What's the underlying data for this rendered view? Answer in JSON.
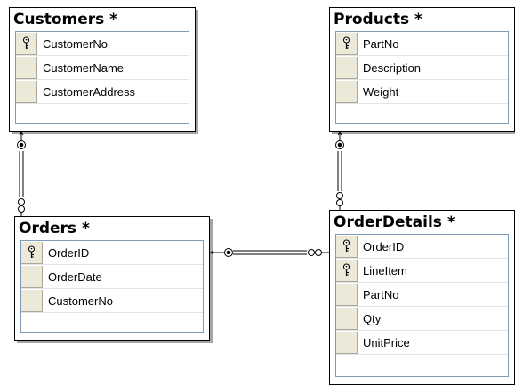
{
  "diagram": {
    "tables": [
      {
        "id": "customers",
        "title": "Customers *",
        "columns": [
          {
            "name": "CustomerNo",
            "pk": true
          },
          {
            "name": "CustomerName",
            "pk": false
          },
          {
            "name": "CustomerAddress",
            "pk": false
          }
        ]
      },
      {
        "id": "products",
        "title": "Products *",
        "columns": [
          {
            "name": "PartNo",
            "pk": true
          },
          {
            "name": "Description",
            "pk": false
          },
          {
            "name": "Weight",
            "pk": false
          }
        ]
      },
      {
        "id": "orders",
        "title": "Orders *",
        "columns": [
          {
            "name": "OrderID",
            "pk": true
          },
          {
            "name": "OrderDate",
            "pk": false
          },
          {
            "name": "CustomerNo",
            "pk": false
          }
        ]
      },
      {
        "id": "orderdetails",
        "title": "OrderDetails *",
        "columns": [
          {
            "name": "OrderID",
            "pk": true
          },
          {
            "name": "LineItem",
            "pk": true
          },
          {
            "name": "PartNo",
            "pk": false
          },
          {
            "name": "Qty",
            "pk": false
          },
          {
            "name": "UnitPrice",
            "pk": false
          }
        ]
      }
    ],
    "relationships": [
      {
        "from": "customers",
        "to": "orders",
        "one_end": "key-icon",
        "many_end": "infinity-icon"
      },
      {
        "from": "products",
        "to": "orderdetails",
        "one_end": "key-icon",
        "many_end": "infinity-icon"
      },
      {
        "from": "orders",
        "to": "orderdetails",
        "one_end": "key-icon",
        "many_end": "infinity-icon"
      }
    ]
  }
}
